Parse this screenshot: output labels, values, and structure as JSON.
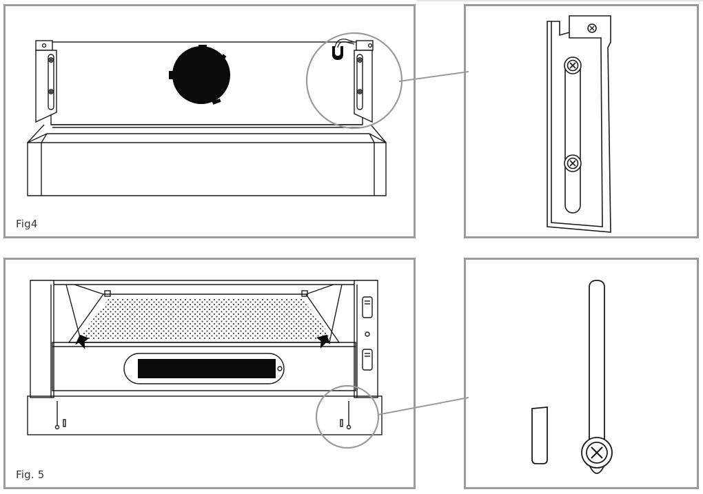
{
  "figures": [
    {
      "id": "fig4",
      "caption": "Fig4"
    },
    {
      "id": "fig5",
      "caption": "Fig. 5"
    }
  ],
  "colors": {
    "frame": "#9a9a9a",
    "line": "#1a1a1a",
    "fill_dark": "#0a0a0a",
    "background": "#ffffff"
  }
}
